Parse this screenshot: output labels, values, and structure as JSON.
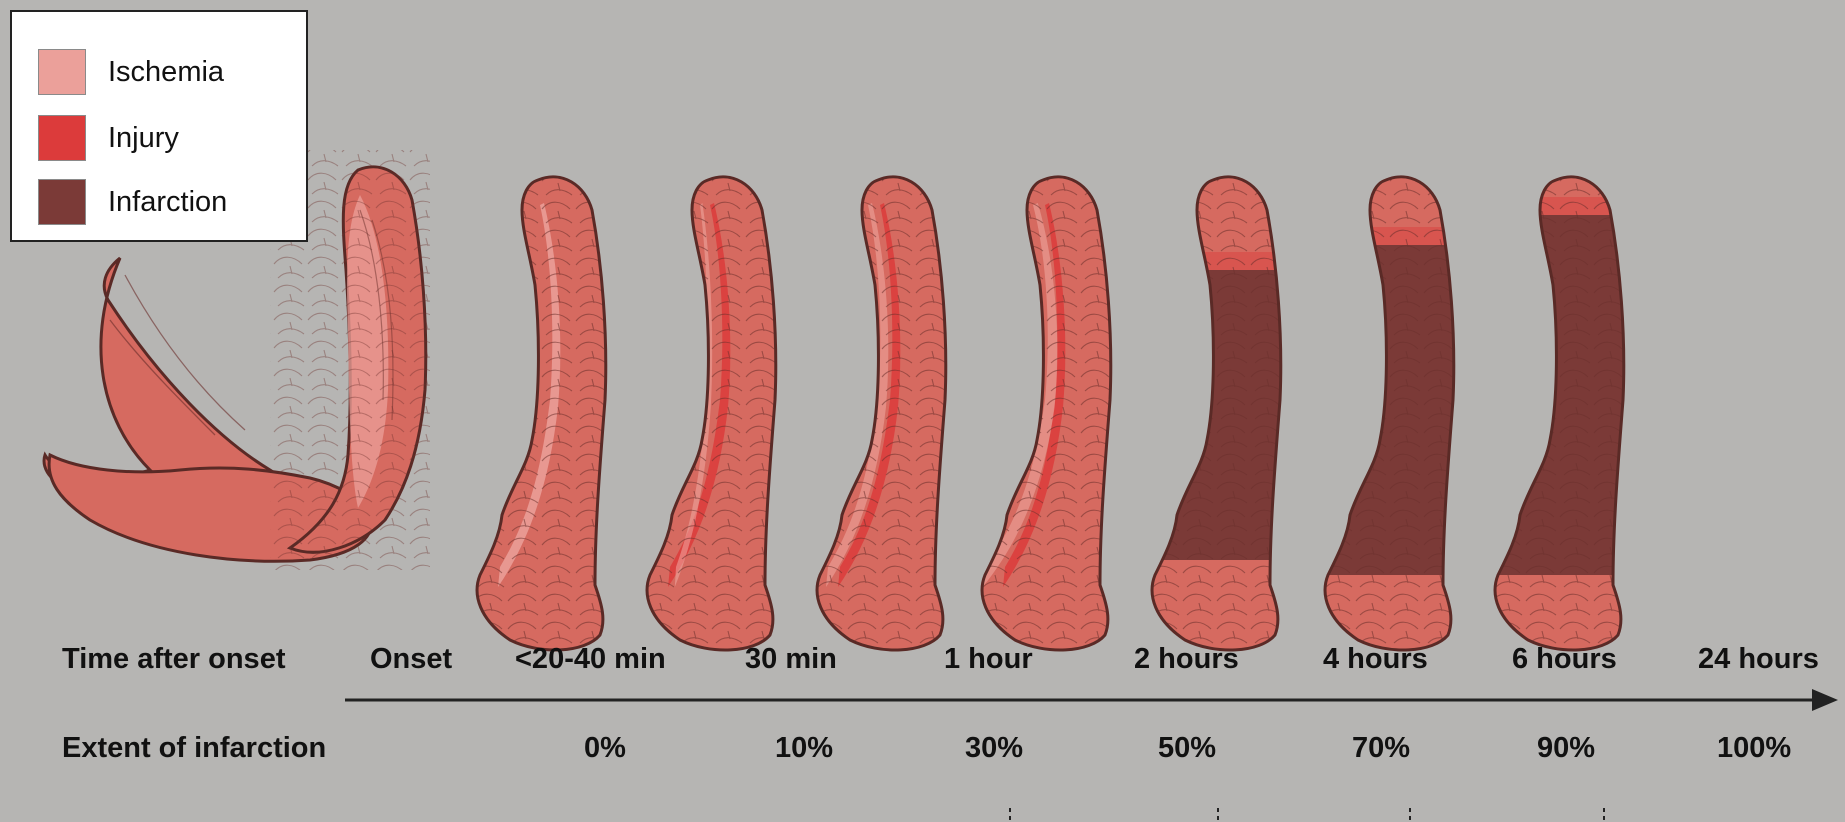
{
  "legend": {
    "items": [
      {
        "label": "Ischemia",
        "color": "#eba09a"
      },
      {
        "label": "Injury",
        "color": "#dc3b3b"
      },
      {
        "label": "Infarction",
        "color": "#7b3a37"
      }
    ]
  },
  "colors": {
    "tissue_base": "#d66a60",
    "tissue_outline": "#5a2a26",
    "background": "#b6b5b3"
  },
  "timeline": {
    "time_label": "Time after onset",
    "extent_label": "Extent of infarction",
    "stages": [
      {
        "time": "Onset",
        "extent": ""
      },
      {
        "time": "<20-40 min",
        "extent": "0%"
      },
      {
        "time": "30 min",
        "extent": "10%"
      },
      {
        "time": "1 hour",
        "extent": "30%"
      },
      {
        "time": "2 hours",
        "extent": "50%"
      },
      {
        "time": "4 hours",
        "extent": "70%"
      },
      {
        "time": "6 hours",
        "extent": "90%"
      },
      {
        "time": "24 hours",
        "extent": "100%"
      }
    ]
  }
}
